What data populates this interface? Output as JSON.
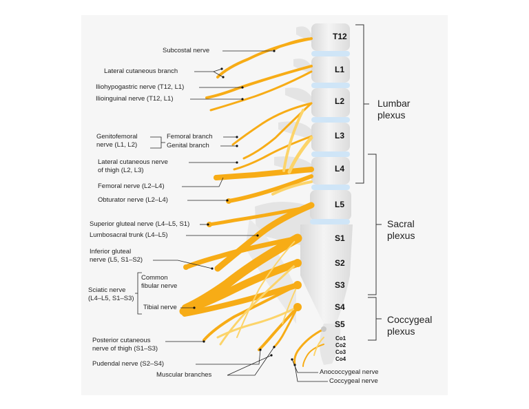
{
  "vertebrae": [
    "T12",
    "L1",
    "L2",
    "L3",
    "L4",
    "L5",
    "S1",
    "S2",
    "S3",
    "S4",
    "S5",
    "Co1",
    "Co2",
    "Co3",
    "Co4"
  ],
  "plexuses": {
    "lumbar": [
      "Lumbar",
      "plexus"
    ],
    "sacral": [
      "Sacral",
      "plexus"
    ],
    "coccygeal": [
      "Coccygeal",
      "plexus"
    ]
  },
  "labels": {
    "subcostal": "Subcostal nerve",
    "lateral_cut_branch": "Lateral cutaneous branch",
    "iliohypogastric": "Iliohypogastric nerve (T12, L1)",
    "ilioinguinal": "Ilioinguinal nerve (T12, L1)",
    "genitofemoral_1": "Genitofemoral",
    "genitofemoral_2": "nerve (L1, L2)",
    "femoral_branch": "Femoral branch",
    "genital_branch": "Genital branch",
    "lat_cut_thigh_1": "Lateral cutaneous nerve",
    "lat_cut_thigh_2": "of thigh (L2, L3)",
    "femoral": "Femoral nerve (L2–L4)",
    "obturator": "Obturator nerve (L2–L4)",
    "sup_gluteal": "Superior gluteal nerve (L4–L5, S1)",
    "lumbosacral": "Lumbosacral trunk (L4–L5)",
    "inf_gluteal_1": "Inferior gluteal",
    "inf_gluteal_2": "nerve (L5, S1–S2)",
    "common_fibular_1": "Common",
    "common_fibular_2": "fibular nerve",
    "sciatic_1": "Sciatic nerve",
    "sciatic_2": "(L4–L5, S1–S3)",
    "tibial": "Tibial nerve",
    "post_cut_1": "Posterior cutaneous",
    "post_cut_2": "nerve of thigh (S1–S3)",
    "pudendal": "Pudendal nerve (S2–S4)",
    "muscular": "Muscular branches",
    "anococcygeal": "Anococcygeal nerve",
    "coccygeal": "Coccygeal nerve"
  },
  "colors": {
    "nerve": "#f7ac16",
    "nerve_light": "#fcd46a",
    "bone": "#e2e2e2",
    "disc": "#cfe5f7",
    "background": "#f6f6f6"
  }
}
